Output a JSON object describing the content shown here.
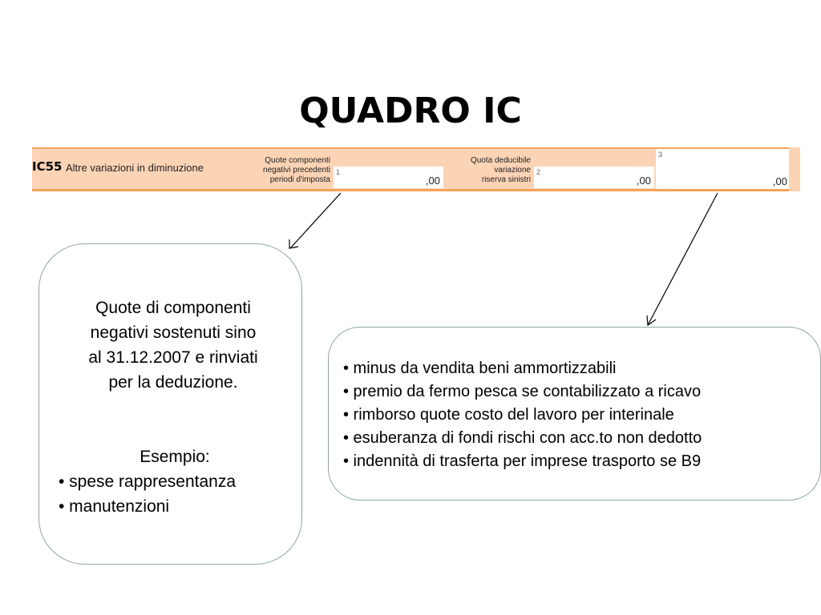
{
  "title": "QUADRO IC",
  "form": {
    "code": "IC55",
    "description": "Altre variazioni in diminuzione",
    "label1": [
      "Quote componenti",
      "negativi precedenti",
      "periodi d'imposta"
    ],
    "label2": [
      "Quota deducibile",
      "variazione",
      "riserva sinistri"
    ],
    "fields": [
      {
        "number": "1",
        "value": ",00"
      },
      {
        "number": "2",
        "value": ",00"
      },
      {
        "number": "3",
        "value": ",00"
      }
    ]
  },
  "left_box": {
    "text": [
      "Quote di componenti",
      "negativi sostenuti sino",
      "al 31.12.2007 e rinviati",
      "per la deduzione."
    ],
    "example_heading": "Esempio:",
    "examples": [
      "• spese rappresentanza",
      "• manutenzioni"
    ]
  },
  "right_box": {
    "items": [
      "• minus da vendita beni ammortizzabili",
      "• premio da fermo pesca se contabilizzato a ricavo",
      "• rimborso quote costo del lavoro per interinale",
      "• esuberanza di fondi rischi con acc.to non dedotto",
      "• indennità di trasferta per imprese trasporto se B9"
    ]
  }
}
